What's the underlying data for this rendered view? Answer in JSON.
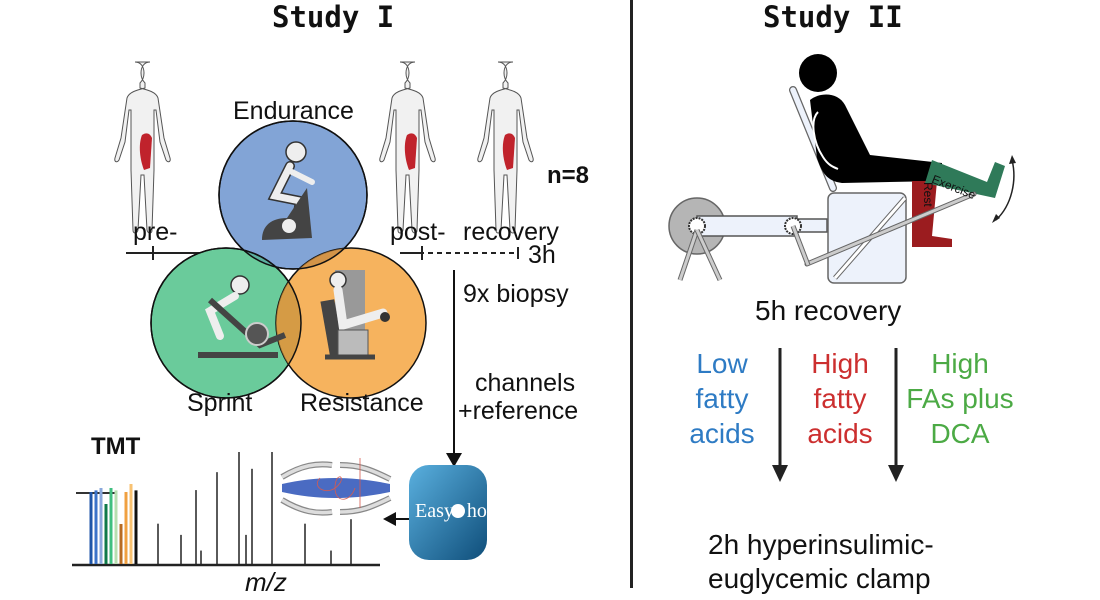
{
  "study1": {
    "title": "Study I",
    "timeline": {
      "pre": "pre-",
      "post": "post-",
      "recovery": "recovery",
      "duration": "3h"
    },
    "n_label": "n=8",
    "exercises": [
      {
        "name": "Endurance",
        "color": "#7b9fd4"
      },
      {
        "name": "Sprint",
        "color": "#6acb9b"
      },
      {
        "name": "Resistance",
        "color": "#f6b35e"
      }
    ],
    "biopsy_label": "9x biopsy",
    "channels_line1": "channels",
    "channels_line2": "+reference",
    "software_logo": "EasyPhos",
    "software_logo_display_left": "Easy",
    "software_logo_display_right": "hos",
    "tmt_label": "TMT",
    "xaxis_label": "m/z",
    "muscle_color": "#c0232c"
  },
  "study2": {
    "title": "Study II",
    "leg_labels": {
      "exercise": "Exercise",
      "rest": "Rest"
    },
    "recovery_label": "5h recovery",
    "conditions": [
      {
        "lines": [
          "Low",
          "fatty",
          "acids"
        ],
        "color": "#2e7bc4"
      },
      {
        "lines": [
          "High",
          "fatty",
          "acids"
        ],
        "color": "#cc2f2f"
      },
      {
        "lines": [
          "High",
          "FAs plus",
          "DCA"
        ],
        "color": "#4caa45"
      }
    ],
    "clamp_line1": "2h hyperinsulimic-",
    "clamp_line2": "euglycemic clamp"
  }
}
